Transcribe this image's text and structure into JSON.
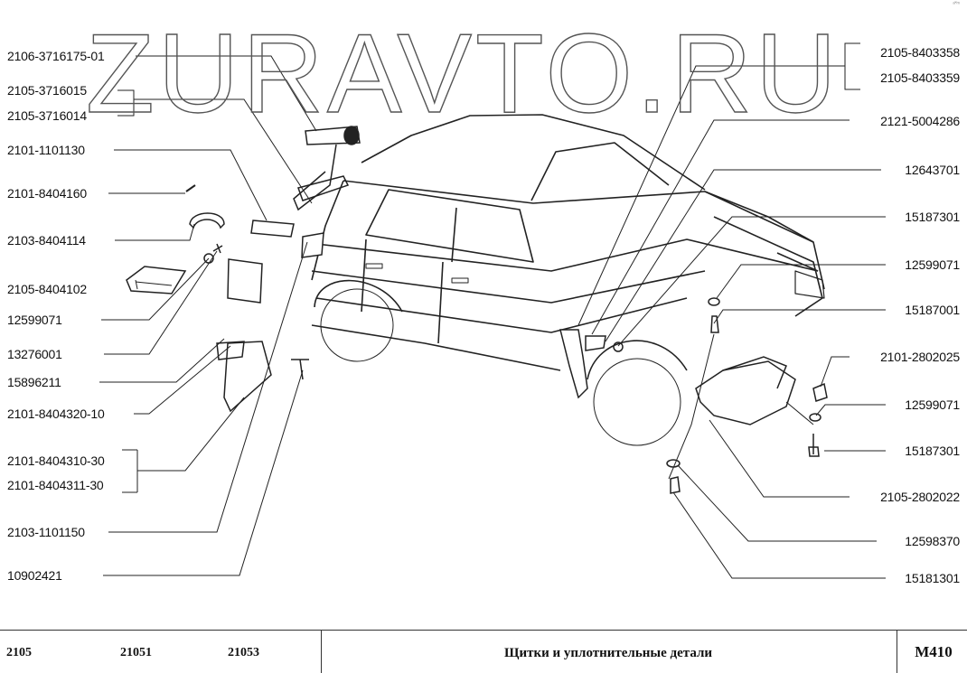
{
  "watermark": "ZURAVTO.RU",
  "corner_mark": "ᵃ˟ᵐ",
  "labels_left": [
    "2106-3716175-01",
    "2105-3716015",
    "2105-3716014",
    "2101-1101130",
    "2101-8404160",
    "2103-8404114",
    "2105-8404102",
    "12599071",
    "13276001",
    "15896211",
    "2101-8404320-10",
    "2101-8404310-30",
    "2101-8404311-30",
    "2103-1101150",
    "10902421"
  ],
  "labels_right": [
    "2105-8403358",
    "2105-8403359",
    "2121-5004286",
    "12643701",
    "15187301",
    "12599071",
    "15187001",
    "2101-2802025",
    "12599071",
    "15187301",
    "2105-2802022",
    "12598370",
    "15181301"
  ],
  "footer": {
    "model_1": "2105",
    "model_2": "21051",
    "model_3": "21053",
    "title": "Щитки и уплотнительные детали",
    "code": "M410"
  }
}
